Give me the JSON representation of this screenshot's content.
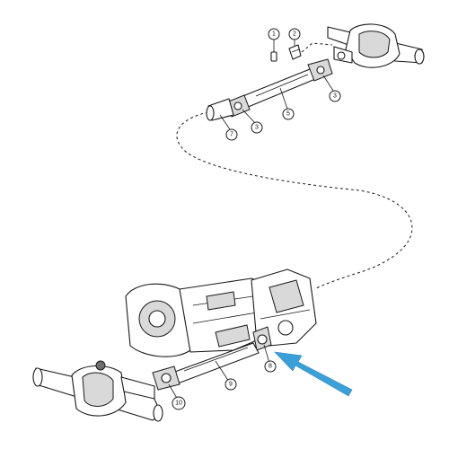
{
  "diagram": {
    "callouts": [
      {
        "id": "c1",
        "label": "1"
      },
      {
        "id": "c2",
        "label": "2"
      },
      {
        "id": "c3a",
        "label": "3"
      },
      {
        "id": "c3b",
        "label": "3"
      },
      {
        "id": "c5",
        "label": "5"
      },
      {
        "id": "c7",
        "label": "7"
      },
      {
        "id": "c8",
        "label": "8"
      },
      {
        "id": "c9",
        "label": "9"
      },
      {
        "id": "c10",
        "label": "10"
      }
    ],
    "colors": {
      "arrow": "#3aa0d8",
      "line": "#1a1a1a",
      "background": "#ffffff"
    }
  }
}
